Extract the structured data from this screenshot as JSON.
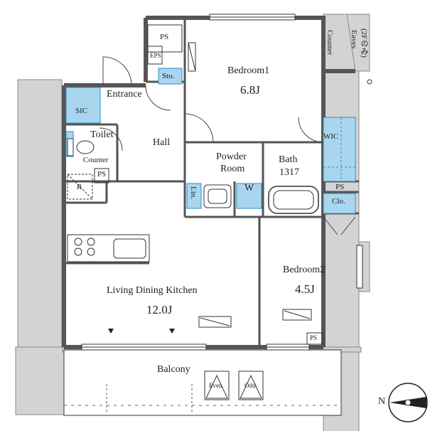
{
  "rooms": {
    "bedroom1": {
      "name": "Bedroom1",
      "size": "6.8J"
    },
    "bedroom2": {
      "name": "Bedroom2",
      "size": "4.5J"
    },
    "ldk": {
      "name": "Living Dining Kitchen",
      "size": "12.0J"
    },
    "powder_room": {
      "name": "Powder",
      "name2": "Room"
    },
    "bath": {
      "name": "Bath",
      "size": "1317"
    },
    "hall": {
      "name": "Hall"
    },
    "entrance": {
      "name": "Entrance"
    },
    "toilet": {
      "name": "Toilet"
    },
    "balcony": {
      "name": "Balcony"
    }
  },
  "labels": {
    "ps_top": "PS",
    "eps": "EPS",
    "sto": "Sto.",
    "sic": "SIC",
    "counter_toilet": "Counter",
    "ps_toilet": "PS",
    "r_mark": "R",
    "lin": "Lin.",
    "w": "W",
    "wic": "WIC",
    "ps_right": "PS",
    "clo": "Clo.",
    "ps_bottom": "PS",
    "counter_top": "Counter",
    "eaves": "Eaves",
    "eaves_note": "(2Fのみ)",
    "even": "Even",
    "odd": "Odd"
  },
  "compass": {
    "label": "N"
  },
  "colors": {
    "wall": "#7a7a7a",
    "storage_fill": "#a9d6ee",
    "storage_line": "#2a8fc8",
    "balcony_gray": "#d0d0d0",
    "line": "#333333"
  }
}
